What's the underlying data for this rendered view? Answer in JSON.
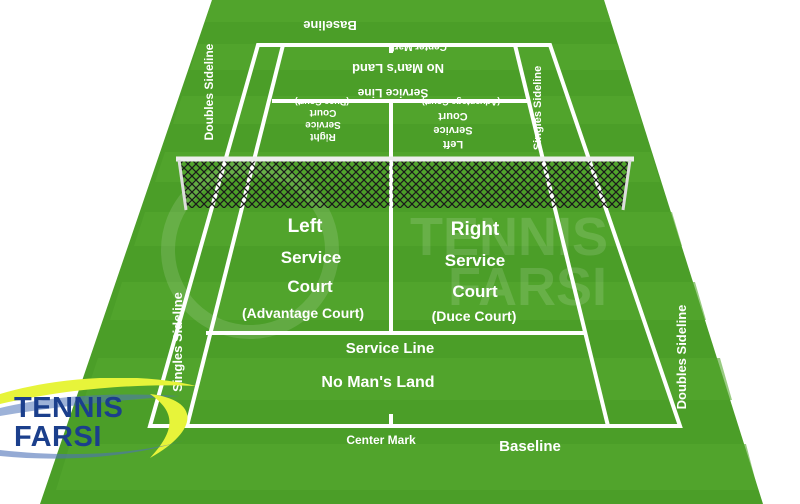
{
  "colors": {
    "grass": "#4b9e28",
    "grass_light": "#58ad30",
    "line": "#ffffff",
    "logo_blue": "#1b3f8c",
    "logo_yellow": "#e7f43a"
  },
  "labels": {
    "baseline_far": "Baseline",
    "center_mark_far": "Center Mark",
    "no_mans_land_far": "No Man's Land",
    "service_line_far": "Service Line",
    "duce_court_far": "(Duce Court)",
    "advantage_court_far": "(Advantage Court)",
    "right_court_far_1": "Right",
    "right_court_far_2": "Service",
    "right_court_far_3": "Court",
    "left_court_far_1": "Left",
    "left_court_far_2": "Service",
    "left_court_far_3": "Court",
    "doubles_sideline_left": "Doubles Sideline",
    "singles_sideline_right": "Singles Sideline",
    "left_1": "Left",
    "left_2": "Service",
    "left_3": "Court",
    "left_4": "(Advantage Court)",
    "right_1": "Right",
    "right_2": "Service",
    "right_3": "Court",
    "right_4": "(Duce Court)",
    "service_line_near": "Service Line",
    "no_mans_land_near": "No Man's Land",
    "singles_sideline_left": "Singles Sideline",
    "doubles_sideline_right": "Doubles Sideline",
    "center_mark_near": "Center Mark",
    "baseline_near": "Baseline"
  },
  "watermark": {
    "line1": "TENNIS",
    "line2": "FARSI"
  },
  "logo": {
    "line1": "TENNIS",
    "line2": "FARSI"
  }
}
